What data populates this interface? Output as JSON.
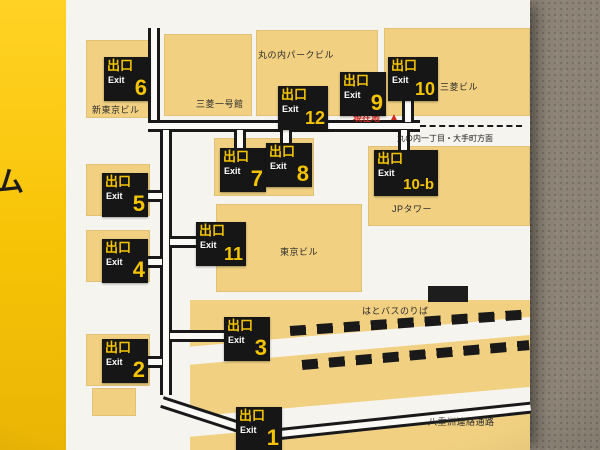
{
  "strip": {
    "partial_text": "ム"
  },
  "sign": {
    "deguchi": "出口",
    "exit_en": "Exit"
  },
  "exits": [
    {
      "number": "6"
    },
    {
      "number": "12"
    },
    {
      "number": "9"
    },
    {
      "number": "10"
    },
    {
      "number": "7"
    },
    {
      "number": "8"
    },
    {
      "number": "10-b"
    },
    {
      "number": "5"
    },
    {
      "number": "11"
    },
    {
      "number": "4"
    },
    {
      "number": "3"
    },
    {
      "number": "2"
    },
    {
      "number": "1"
    }
  ],
  "labels": {
    "marunouchi_park": "丸の内パークビル",
    "shin_tokyo": "新東京ビル",
    "mitsubishi_ichigokan": "三菱一号館",
    "mitsubishi": "三菱ビル",
    "jp_tower": "JPタワー",
    "tokyo_building": "東京ビル",
    "hato_bus": "はとバスのりば",
    "yaesu_passage": "八重洲連絡通路",
    "current_location": "現在地",
    "current_marker": "▲",
    "direction": "丸の内一丁目・大手町方面"
  },
  "colors": {
    "accent_yellow": "#f5c400",
    "sign_black": "#161616",
    "building_tan": "#f1d181",
    "current_red": "#d6281e",
    "wall_brown": "#8d8477"
  }
}
